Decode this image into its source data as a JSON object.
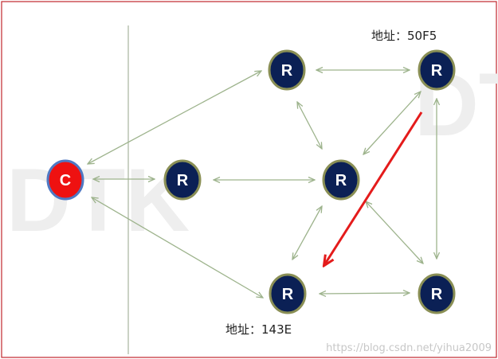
{
  "diagram": {
    "watermark": [
      "DTK",
      "DT"
    ],
    "client": {
      "label": "C",
      "fill": "#ee1111"
    },
    "router": {
      "label": "R",
      "fill": "#0b2055",
      "ring": "#8a8f55"
    },
    "address_top": "地址：50F5",
    "address_bottom": "地址：143E",
    "credit": "https://blog.csdn.net/yihua2009",
    "colors": {
      "frame": "#c0272d",
      "link": "#9db38c",
      "divider": "#a7b59e",
      "route": "#e41b1b",
      "watermark": "#eeeeee"
    }
  }
}
